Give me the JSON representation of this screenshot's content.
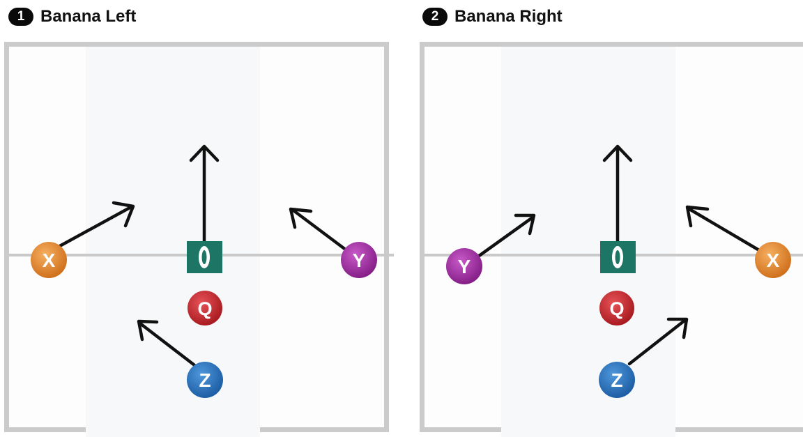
{
  "plays": [
    {
      "number": "1",
      "title": "Banana Left",
      "players": [
        {
          "label": "X",
          "color": "#e98a2c"
        },
        {
          "label": "Y",
          "color": "#9e2fa0"
        },
        {
          "label": "Q",
          "color": "#c8262c"
        },
        {
          "label": "Z",
          "color": "#2a74c0"
        }
      ],
      "ball_color": "#1c7565"
    },
    {
      "number": "2",
      "title": "Banana Right",
      "players": [
        {
          "label": "Y",
          "color": "#9e2fa0"
        },
        {
          "label": "X",
          "color": "#e98a2c"
        },
        {
          "label": "Q",
          "color": "#c8262c"
        },
        {
          "label": "Z",
          "color": "#2a74c0"
        }
      ],
      "ball_color": "#1c7565"
    }
  ]
}
